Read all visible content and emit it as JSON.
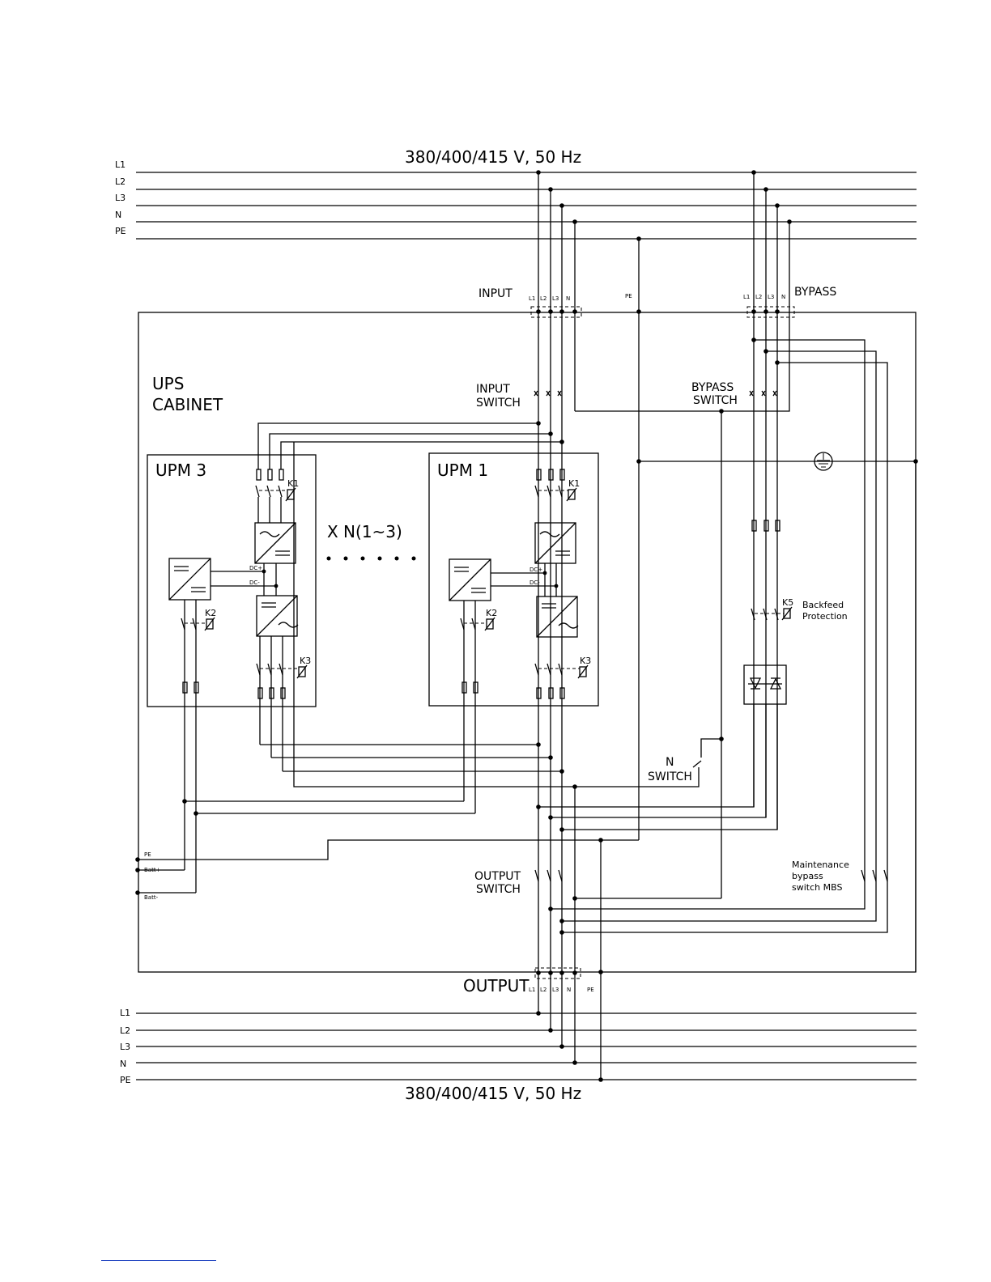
{
  "voltage_top": "380/400/415 V, 50 Hz",
  "voltage_bottom": "380/400/415 V, 50 Hz",
  "bus_top": {
    "l1": "L1",
    "l2": "L2",
    "l3": "L3",
    "n": "N",
    "pe": "PE"
  },
  "bus_bottom": {
    "l1": "L1",
    "l2": "L2",
    "l3": "L3",
    "n": "N",
    "pe": "PE"
  },
  "cabinet": {
    "line1": "UPS",
    "line2": "CABINET"
  },
  "input": {
    "title": "INPUT",
    "terminals": {
      "l1": "L1",
      "l2": "L2",
      "l3": "L3",
      "n": "N"
    },
    "pe": "PE",
    "switch_line1": "INPUT",
    "switch_line2": "SWITCH"
  },
  "bypass": {
    "title": "BYPASS",
    "terminals": {
      "l1": "L1",
      "l2": "L2",
      "l3": "L3",
      "n": "N"
    },
    "switch_line1": "BYPASS",
    "switch_line2": "SWITCH"
  },
  "upm3": {
    "title": "UPM 3",
    "k1": "K1",
    "k2": "K2",
    "k3": "K3",
    "dcp": "DC+",
    "dcm": "DC-"
  },
  "upm1": {
    "title": "UPM 1",
    "k1": "K1",
    "k2": "K2",
    "k3": "K3",
    "dcp": "DC+",
    "dcm": "DC-"
  },
  "multiplier": "X N(1~3)",
  "k5": "K5",
  "backfeed": {
    "line1": "Backfeed",
    "line2": "Protection"
  },
  "n_switch": {
    "line1": "N",
    "line2": "SWITCH"
  },
  "output_switch": {
    "line1": "OUTPUT",
    "line2": "SWITCH"
  },
  "mbs": {
    "line1": "Maintenance",
    "line2": "bypass",
    "line3": "switch MBS"
  },
  "battery": {
    "pe": "PE",
    "batt_plus": "Batt+",
    "batt_minus": "Batt-"
  },
  "output": {
    "title": "OUTPUT",
    "terminals": {
      "l1": "L1",
      "l2": "L2",
      "l3": "L3",
      "n": "N"
    },
    "pe": "PE"
  }
}
